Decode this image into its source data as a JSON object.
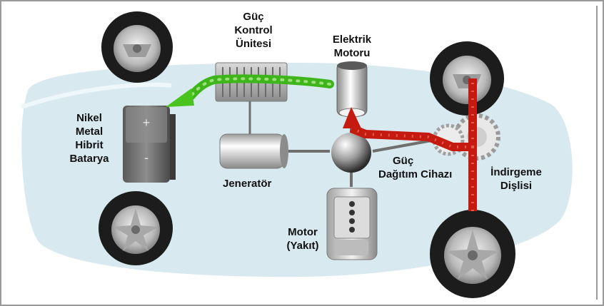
{
  "labels": {
    "power_control_unit": [
      "Güç",
      "Kontrol",
      "Ünitesi"
    ],
    "electric_motor": [
      "Elektrik",
      "Motoru"
    ],
    "battery": [
      "Nikel",
      "Metal",
      "Hibrit",
      "Batarya"
    ],
    "generator": "Jeneratör",
    "power_split_device": [
      "Güç",
      "Dağıtım Cihazı"
    ],
    "reduction_gear": [
      "İndirgeme",
      "Dişlisi"
    ],
    "engine": [
      "Motor",
      "(Yakıt)"
    ]
  },
  "colors": {
    "electric_flow": "#3fb51c",
    "mechanical_flow": "#c41a10",
    "body_fill": "#d7e9ef",
    "tire": "#1c1c1c"
  },
  "icons": {
    "battery_plus": "+",
    "battery_minus": "-"
  }
}
